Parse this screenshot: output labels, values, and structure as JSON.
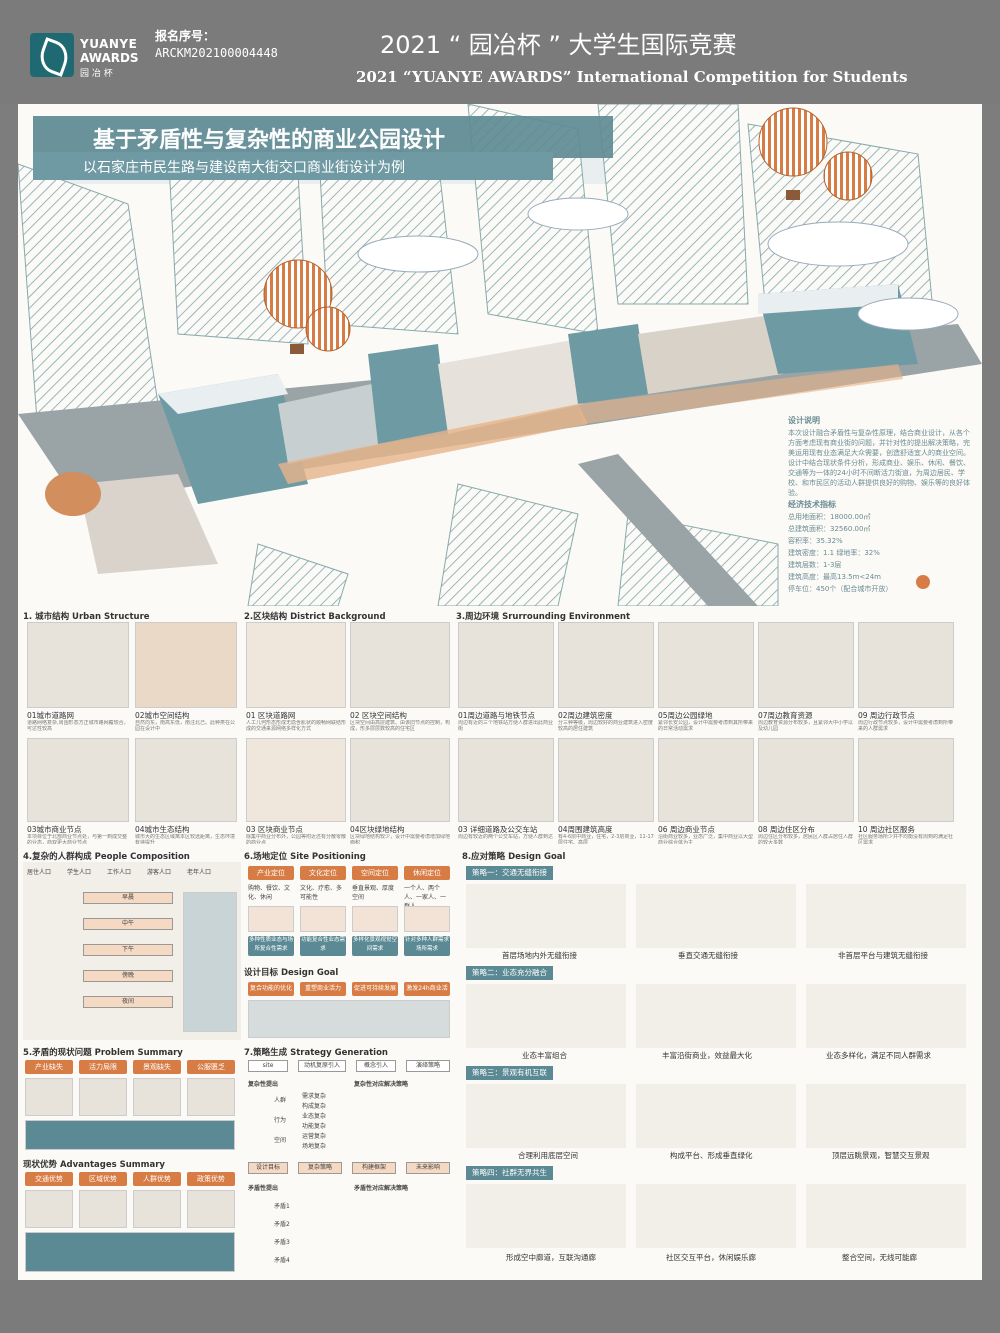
{
  "header": {
    "logo_line1": "YUANYE",
    "logo_line2": "AWARDS",
    "logo_line3": "园 冶 杯",
    "reg_label": "报名序号：",
    "reg_no": "ARCKM202100004448",
    "title_cn": "2021 “ 园冶杯 ” 大学生国际竞赛",
    "title_en": "2021 “YUANYE AWARDS” International Competition for  Students"
  },
  "hero": {
    "title": "基于矛盾性与复杂性的商业公园设计",
    "subtitle": "以石家庄市民生路与建设南大街交口商业街设计为例",
    "desc_head": "设计说明",
    "desc_body": "本次设计融合矛盾性与复杂性原理，结合商业设计，从各个方面考虑现有商业街的问题，并针对性的提出解决策略，完美运用现有业态满足大众需要，创造舒适宜人的商业空间。设计中结合现状条件分析，形成商业、娱乐、休闲、餐饮、交通等为一体的24小时不间断活力街道，为周边居民、学校、和市民区的活动人群提供良好的购物、娱乐等的良好体验。",
    "tech_head": "经济技术指标",
    "tech": [
      "总用地面积：18000.00㎡",
      "总建筑面积：32560.00㎡",
      "容积率：35.32%",
      "建筑密度：1.1    绿地率：32%",
      "建筑层数：1-3层",
      "建筑高度：最高13.5m<24m",
      "停车位：450个（配合城市开放）"
    ]
  },
  "s1": {
    "title": "1. 城市结构 Urban Structure",
    "items": [
      {
        "cap": "01城市道路网",
        "desc": "道路网络复杂,周围形态方正城市路网覆较合，可达性较高"
      },
      {
        "cap": "02城市空间结构",
        "desc": "自然向东，南高东低，南注北己。此种类在公园在设计中"
      },
      {
        "cap": "03城市商业节点",
        "desc": "本项目位于北部商业节点处，与第一到成交整的业态，商双更大商业节点"
      },
      {
        "cap": "04城市生态结构",
        "desc": "城市大的生态区域离本区较远距离，生态环境有待提升"
      }
    ]
  },
  "s2": {
    "title": "2.区块结构 District Background",
    "items": [
      {
        "cap": "01  区块道路网",
        "desc": "人工几何形态形成无隐含肌状的顺畅网联结形成的交通来源网络多样化方式"
      },
      {
        "cap": "02 区块空间结构",
        "desc": "区块空间由高层建筑、由该旧节点的控制，构成，形多层层数较高的住宅区"
      },
      {
        "cap": "03 区块商业节点",
        "desc": "除集中商业分布外，公园等附近还有分散零散的商业点"
      },
      {
        "cap": "04区块绿地结构",
        "desc": "区块绿地结构较少，设计中需要考虑增加绿地面积"
      }
    ]
  },
  "s3": {
    "title": "3.周边环境 Srurrounding Environment",
    "items": [
      {
        "cap": "01周边道路与地铁节点",
        "desc": "周边有近的三个地铁站方便人群进出此商业街"
      },
      {
        "cap": "02周边建筑密度",
        "desc": "分三种等级，周边较好的商业建筑进入密度较高的居住建筑"
      },
      {
        "cap": "05周边公园绿地",
        "desc": "紧邻长安公园，设计中需要考虑到其所带来的日常活动需求"
      },
      {
        "cap": "07周边教育资源",
        "desc": "周边教育资源分布较多，且紧邻大中小学以及幼儿园"
      },
      {
        "cap": "09 周边行政节点",
        "desc": "周边行政节点较多，设计中需要考虑到所带来的人群需求"
      },
      {
        "cap": "03 详细道路及公交车站",
        "desc": "周边有较近的两个公交车站，方便人群到达"
      },
      {
        "cap": "04周围建筑高度",
        "desc": "有4-6层中商业，住宅，2-3层商业，11-17层住宅、高层"
      },
      {
        "cap": "06 周边商业节点",
        "desc": "沿街商业较多，业态广泛，集中商业以大型商业综合体为主"
      },
      {
        "cap": "08 周边住区分布",
        "desc": "周边住区分布较多，居民区人群占居住人群的较大多数"
      },
      {
        "cap": "10 周边社区服务",
        "desc": "社区服务场所少并不均衡没有周到的满足社区需求"
      }
    ]
  },
  "s4": {
    "title": "4.复杂的人群构成 People Composition",
    "stats": [
      "居住人口",
      "学生人口",
      "工作人口",
      "游客人口",
      "老年人口"
    ],
    "rows": [
      "早晨",
      "中午",
      "下午",
      "傍晚",
      "夜间"
    ]
  },
  "s5": {
    "title": "5.矛盾的现状问题 Problem Summary",
    "problems": [
      "产业缺失",
      "活力局限",
      "景观缺失",
      "公服匮乏"
    ],
    "adv_title": "现状优势 Advantages Summary",
    "advantages": [
      "交通优势",
      "区域优势",
      "人群优势",
      "政策优势"
    ]
  },
  "s6": {
    "title": "6.场地定位 Site Positioning",
    "positions": [
      "产业定位",
      "文化定位",
      "空间定位",
      "休闲定位"
    ],
    "pos_texts": [
      "购物、餐饮、文化、休闲",
      "文化、疗愈、多可能性",
      "垂直景观、厚度空间",
      "一个人、两个人、一家人、一群人"
    ],
    "needs": [
      "多种性质业态与场所复合性需求",
      "功能复合性业态需求",
      "多样化景观视觉空间需求",
      "针对多种人群需求场所需求"
    ],
    "goal_title": "设计目标  Design Goal",
    "goals": [
      "复合功能的优化",
      "重塑商业活力",
      "促进可持续发展",
      "激发24h商业活力"
    ]
  },
  "s7": {
    "title": "7.策略生成  Strategy  Generation",
    "chain": [
      "site",
      "动机复原引入",
      "概念引入",
      "演绎策略"
    ],
    "complex_head": "复杂性提出",
    "complex_strat": "复杂性对应解决策略",
    "complex_items": [
      "人群",
      "行为",
      "空间"
    ],
    "complex_sub": [
      "需求复杂",
      "构成复杂",
      "业态复杂",
      "功能复杂",
      "运营复杂",
      "场地复杂"
    ],
    "contra_head": "矛盾性提出",
    "contra_strat": "矛盾性对应解决策略",
    "contra_items": [
      "矛盾1",
      "矛盾2",
      "矛盾3",
      "矛盾4"
    ],
    "chain2": [
      "设计目标",
      "复杂策略",
      "构建框架",
      "未来影响"
    ]
  },
  "s8": {
    "title": "8.应对策略  Design Goal",
    "strategies": [
      {
        "head": "策略一：交通无缝衔接",
        "caps": [
          "首层场地内外无缝衔接",
          "垂直交通无缝衔接",
          "非首层平台与建筑无缝衔接"
        ]
      },
      {
        "head": "策略二：业态充分融合",
        "caps": [
          "业态丰富组合",
          "丰富沿街商业，效益最大化",
          "业态多样化，满足不同人群需求"
        ]
      },
      {
        "head": "策略三：景观有机互联",
        "caps": [
          "合理利用底层空间",
          "构成平台、形成垂直绿化",
          "顶层远眺景观，智慧交互景观"
        ]
      },
      {
        "head": "策略四：社群无界共生",
        "caps": [
          "形成空中廊道，互联沟通廊",
          "社区交互平台，休闲娱乐廊",
          "整合空间，无线可能廊"
        ]
      }
    ]
  }
}
